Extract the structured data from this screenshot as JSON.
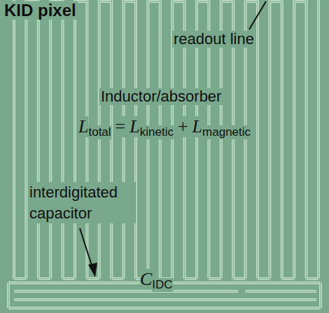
{
  "diagram": {
    "labels": [
      "KID pixel",
      "readout line",
      "Inductor/absorber",
      "L",
      "total",
      "=",
      "L",
      "kinetic",
      "+",
      "L",
      "magnetic",
      "interdigitated capacitor",
      "C",
      "IDC"
    ]
  }
}
